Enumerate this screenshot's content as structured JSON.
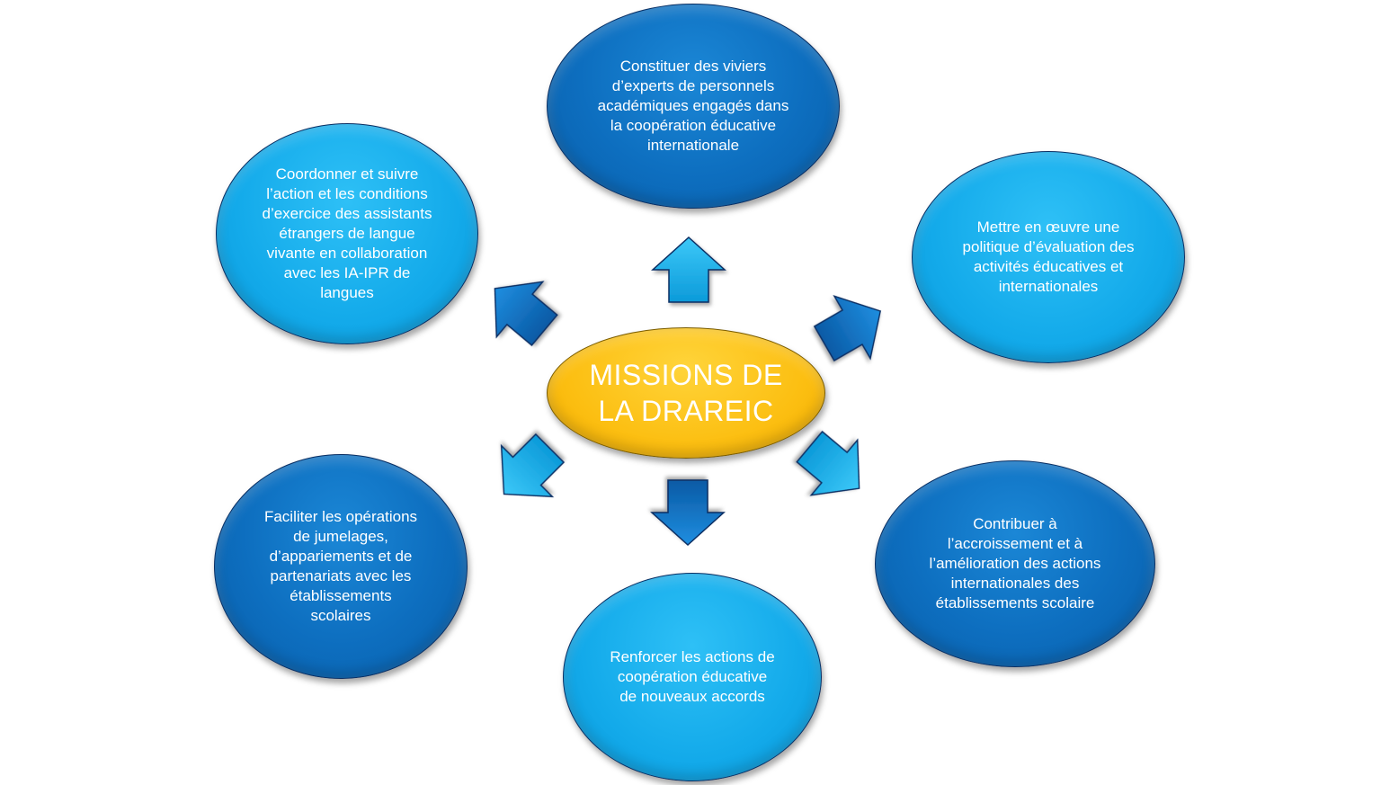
{
  "title": "MISSIONS DE\nLA DRAREIC",
  "missions": {
    "top": "Constituer des viviers\nd’experts de personnels\nacadémiques engagés dans\nla coopération éducative\ninternationale",
    "upper_right": "Mettre en œuvre une\npolitique d’évaluation des\nactivités éducatives et\ninternationales",
    "lower_right": "Contribuer à\nl’accroissement et à\nl’amélioration des actions\ninternationales des\nétablissements scolaire",
    "bottom": "Renforcer les actions de\ncoopération éducative\nde nouveaux accords",
    "lower_left": "Faciliter les opérations\nde jumelages,\nd’appariements et de\npartenariats avec les\nétablissements\nscolaires",
    "upper_left": "Coordonner et suivre\nl’action et les conditions\nd’exercice des assistants\nétrangers de langue\nvivante en collaboration\navec les IA-IPR de\nlangues"
  },
  "colors": {
    "dark_blue": "#0d6ebf",
    "light_blue": "#13aaea",
    "center_yellow": "#fcbf12",
    "border": "#0a2f63"
  }
}
